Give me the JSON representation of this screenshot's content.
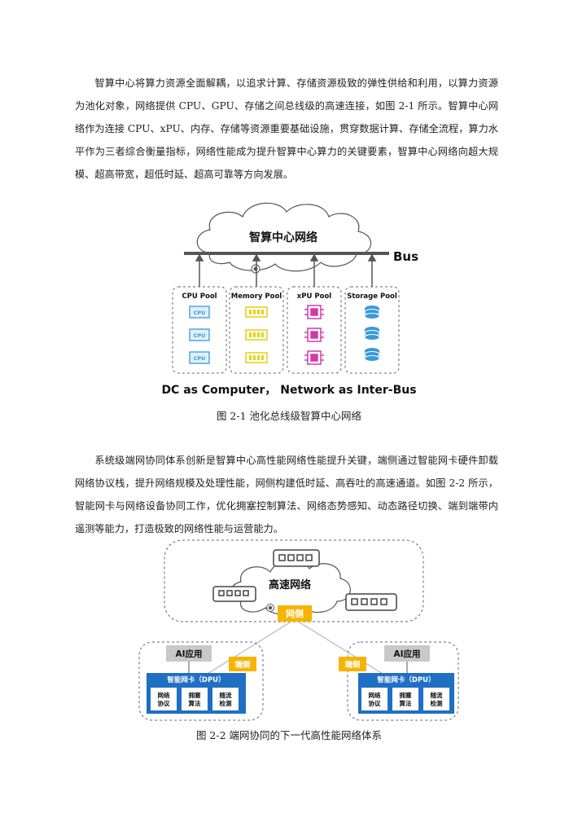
{
  "paragraph1": "智算中心将算力资源全面解耦，以追求计算、存储资源极致的弹性供给和利用，以算力资源为池化对象，网络提供 CPU、GPU、存储之间总线级的高速连接，如图 2-1 所示。智算中心网络作为连接 CPU、xPU、内存、存储等资源重要基础设施，贯穿数据计算、存储全流程，算力水平作为三者综合衡量指标，网络性能成为提升智算中心算力的关键要素，智算中心网络向超大规模、超高带宽，超低时延、超高可靠等方向发展。",
  "figure1": {
    "cloud_label": "智算中心网络",
    "bus_label": "Bus",
    "pools": [
      {
        "label": "CPU Pool",
        "chip": "CPU"
      },
      {
        "label": "Memory Pool"
      },
      {
        "label": "xPU Pool"
      },
      {
        "label": "Storage Pool"
      }
    ],
    "tagline": "DC as Computer， Network as Inter-Bus",
    "caption": "图 2-1  池化总线级智算中心网络"
  },
  "paragraph2": "系统级端网协同体系创新是智算中心高性能网络性能提升关键，端侧通过智能网卡硬件卸载网络协议栈，提升网络规模及处理性能，网侧构建低时延、高吞吐的高速通道。如图 2-2 所示，智能网卡与网络设备协同工作，优化拥塞控制算法、网络态势感知、动态路径切换、端到端带内遥测等能力，打造极致的网络性能与运营能力。",
  "figure2": {
    "cloud_label": "高速网络",
    "network_side": "网侧",
    "host_side": "端侧",
    "ai_app": "AI应用",
    "nic_title": "智能网卡（DPU）",
    "modules": [
      "网络\n协议",
      "拥塞\n算法",
      "随流\n检测"
    ],
    "caption": "图 2-2  端网协同的下一代高性能网络体系"
  },
  "colors": {
    "blue": "#1f6fc4",
    "orange": "#f5b400",
    "cyan": "#3a9ad9",
    "yellow": "#e6d31a",
    "magenta": "#d23aa8",
    "dark": "#555555"
  }
}
